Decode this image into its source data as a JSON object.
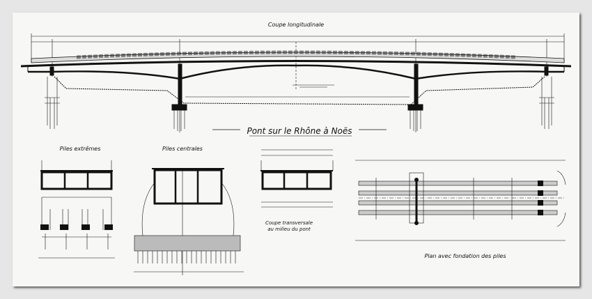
{
  "drawing": {
    "main_title": "Pont sur le Rhône à Noës",
    "views": {
      "longitudinal": "Coupe longitudinale",
      "end_piers": "Piles extrêmes",
      "central_piers": "Piles centrales",
      "cross_section_line1": "Coupe transversale",
      "cross_section_line2": "au milieu du pont",
      "plan": "Plan avec fondation des piles"
    }
  }
}
